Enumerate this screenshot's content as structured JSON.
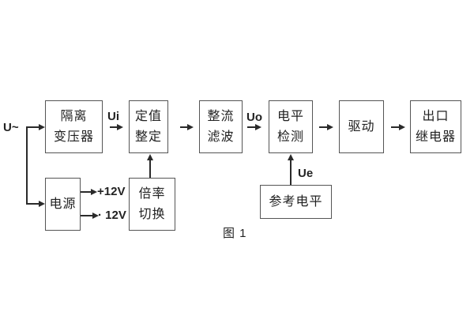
{
  "colors": {
    "background": "#ffffff",
    "line": "#2a2a2a",
    "box_border": "#555555",
    "text": "#222222"
  },
  "figure": {
    "caption": "图 1"
  },
  "signal_labels": {
    "input": "U~",
    "after_transformer": "Ui",
    "after_filter": "Uo",
    "reference": "Ue",
    "rail_positive": "+12V",
    "rail_negative": "· 12V"
  },
  "blocks": {
    "isolation_transformer": {
      "line1": "隔离",
      "line2": "变压器"
    },
    "setting_adjust": {
      "line1": "定值",
      "line2": "整定"
    },
    "rectifier_filter": {
      "line1": "整流",
      "line2": "滤波"
    },
    "level_detector": {
      "line1": "电平",
      "line2": "检测"
    },
    "driver": {
      "label": "驱动"
    },
    "output_relay": {
      "line1": "出口",
      "line2": "继电器"
    },
    "power_supply": {
      "label": "电源"
    },
    "ratio_switch": {
      "line1": "倍率",
      "line2": "切换"
    },
    "reference_level": {
      "label": "参考电平"
    }
  }
}
